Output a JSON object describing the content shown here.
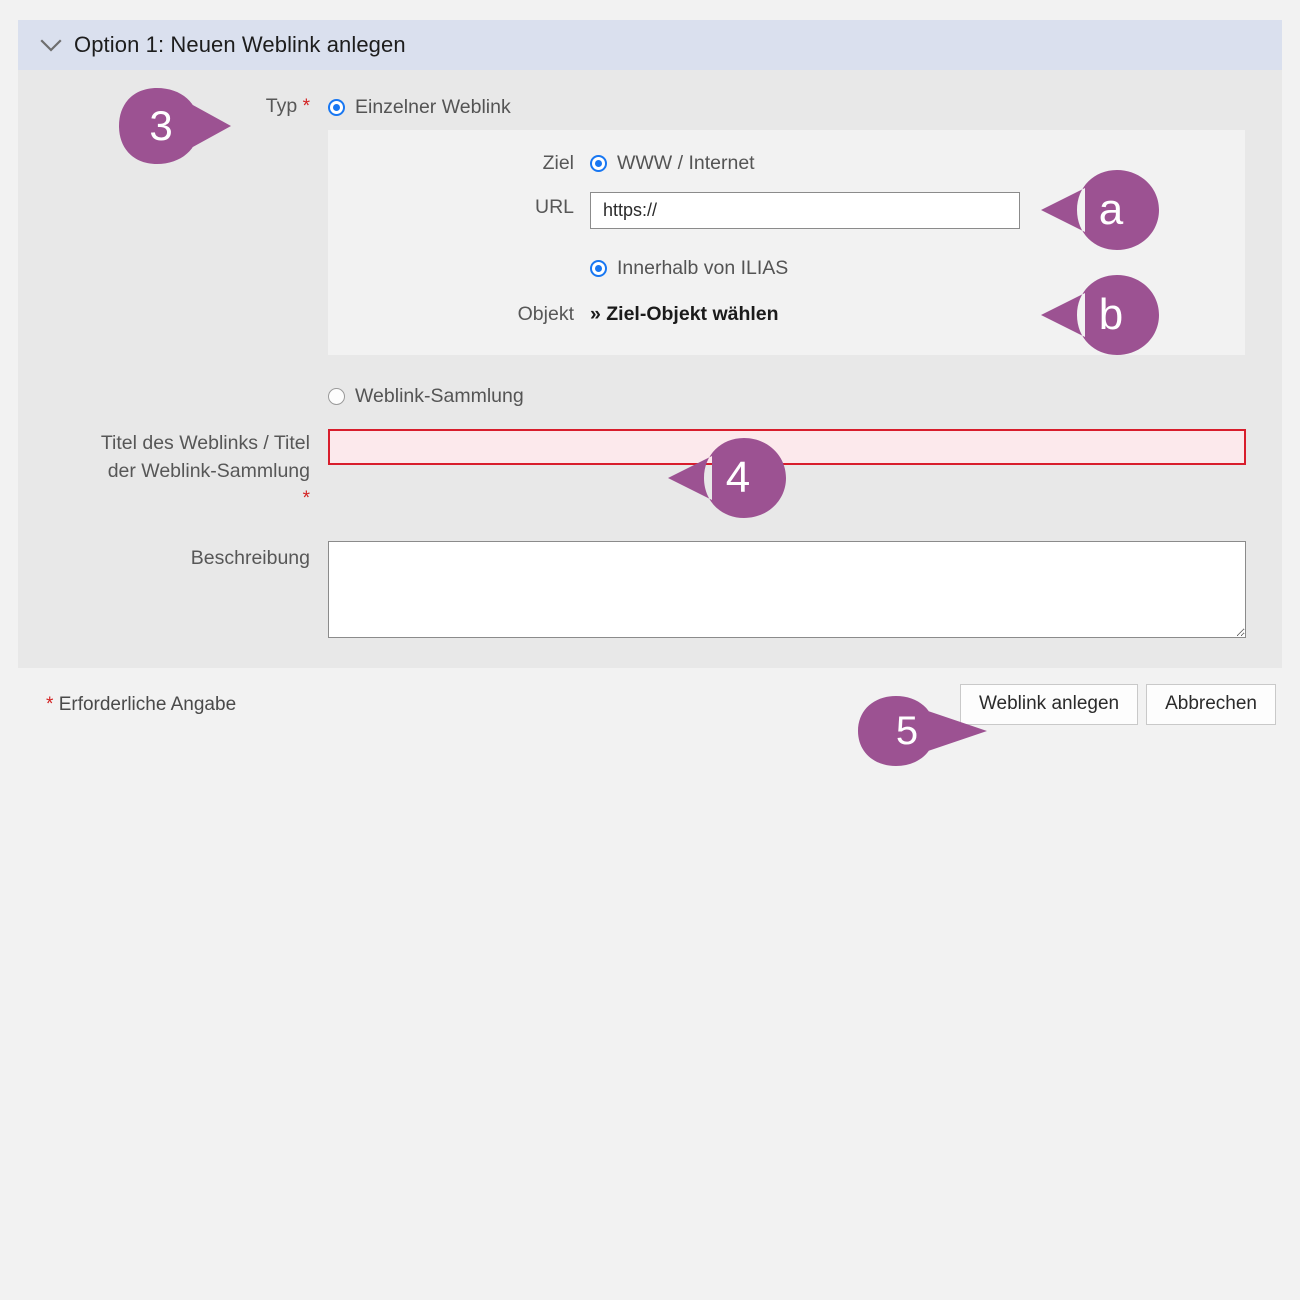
{
  "panel": {
    "header_title": "Option 1: Neuen Weblink anlegen",
    "collapse_icon": "chevron-down-icon"
  },
  "form": {
    "type_label": "Typ",
    "required_mark": "*",
    "radio_single": "Einzelner Weblink",
    "radio_collection": "Weblink-Sammlung",
    "target": {
      "label": "Ziel",
      "radio_www": "WWW / Internet",
      "radio_ilias": "Innerhalb von ILIAS",
      "url_label": "URL",
      "url_value": "https://",
      "url_placeholder": "",
      "object_label": "Objekt",
      "object_link": "» Ziel-Objekt wählen"
    },
    "title_field": {
      "label_line1": "Titel des Weblinks / Titel",
      "label_line2": "der Weblink-Sammlung",
      "required_mark": "*",
      "value": "",
      "placeholder": ""
    },
    "description_field": {
      "label": "Beschreibung",
      "value": "",
      "placeholder": ""
    }
  },
  "footer": {
    "required_star": "*",
    "required_note": "Erforderliche Angabe",
    "submit_label": "Weblink anlegen",
    "cancel_label": "Abbrechen"
  },
  "annotations": {
    "marker_3": "3",
    "marker_4": "4",
    "marker_5": "5",
    "marker_a": "a",
    "marker_b": "b"
  },
  "colors": {
    "marker_purple": "#9c5292",
    "header_bg": "#dae0ee",
    "form_bg": "#e8e8e8",
    "subpanel_bg": "#f2f2f2",
    "page_bg": "#f2f2f2",
    "error_border": "#d81d2c",
    "error_fill": "#fce9ec",
    "radio_blue": "#1877f2",
    "required_red": "#d32222"
  }
}
